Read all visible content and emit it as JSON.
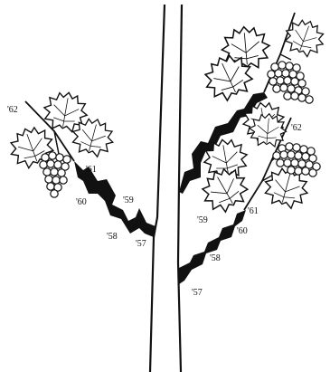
{
  "diagram": {
    "colors": {
      "ink": "#111111",
      "paper": "#ffffff"
    },
    "left_arm": {
      "labels": {
        "y62": "'62",
        "y61": "'61",
        "y60": "'60",
        "y59": "'59",
        "y58": "'58",
        "y57": "'57"
      }
    },
    "right_arm": {
      "labels": {
        "y62": "'62",
        "y61": "'61",
        "y60": "'60",
        "y59": "'59",
        "y58": "'58",
        "y57": "'57"
      }
    }
  }
}
